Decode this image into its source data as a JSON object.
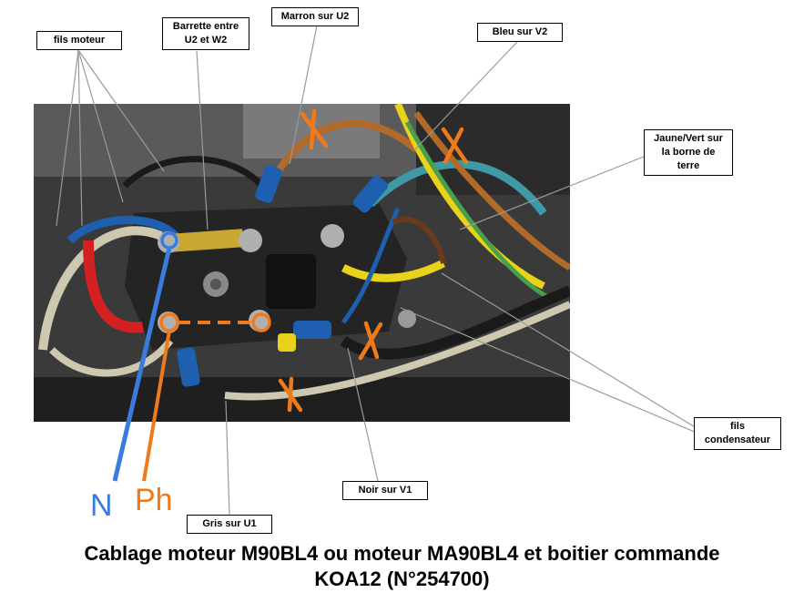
{
  "labels": {
    "fils_moteur": "fils moteur",
    "barrette_line1": "Barrette entre",
    "barrette_line2": "U2 et W2",
    "marron": "Marron sur U2",
    "bleu": "Bleu sur V2",
    "jaune_line1": "Jaune/Vert sur",
    "jaune_line2": "la borne de",
    "jaune_line3": "terre",
    "fils_cond_line1": "fils",
    "fils_cond_line2": "condensateur",
    "noir": "Noir sur V1",
    "gris": "Gris sur U1"
  },
  "markers": {
    "neutral": "N",
    "phase": "Ph"
  },
  "caption": {
    "line1": "Cablage moteur M90BL4 ou moteur MA90BL4 et boitier commande",
    "line2": "KOA12 (N°254700)"
  },
  "colors": {
    "neutral_blue": "#3a7be0",
    "phase_orange": "#f07a1a",
    "cross_orange": "#f07a1a",
    "wire_brown": "#b06a2a",
    "wire_blue_green": "#3f9aa8",
    "wire_yellow": "#e8d21a",
    "wire_green": "#4aa04a",
    "wire_red": "#d42020",
    "wire_grey": "#cfc8b0",
    "wire_black": "#1a1a1a",
    "terminal_blue": "#1f5fb0",
    "terminal_block": "#262626"
  }
}
